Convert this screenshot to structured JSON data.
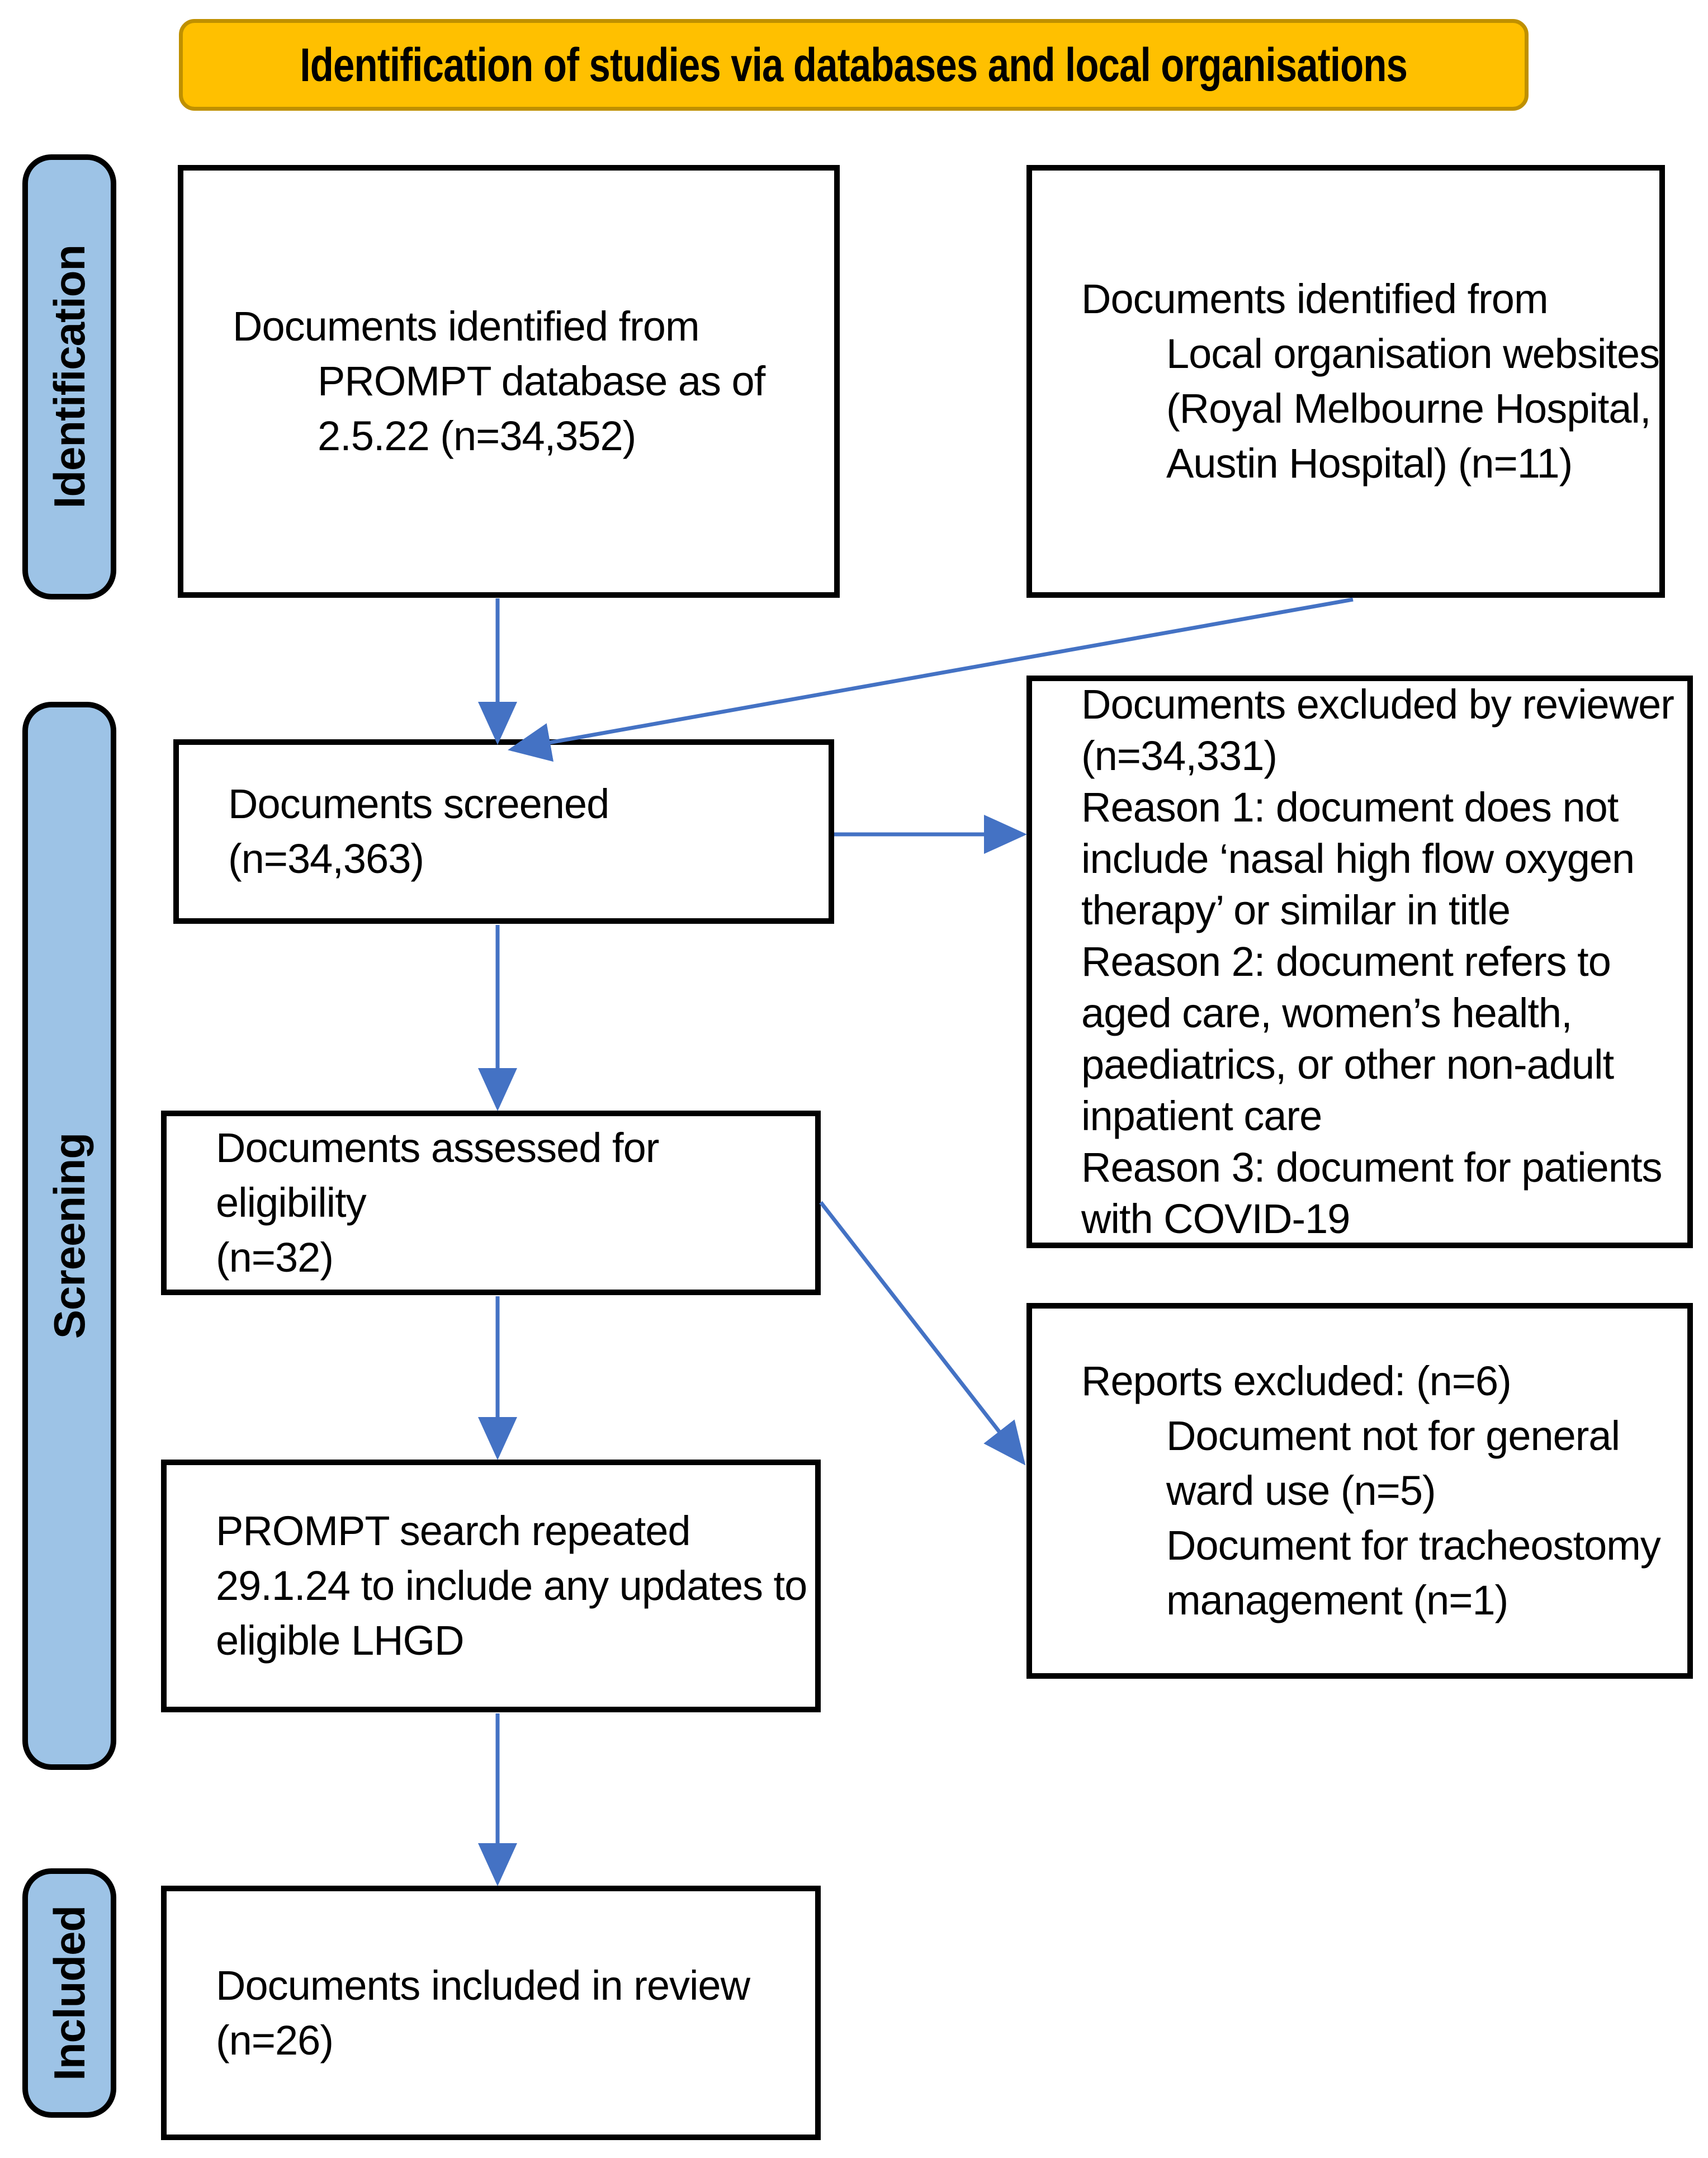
{
  "banner": {
    "title": "Identification of studies via databases and local organisations"
  },
  "stages": {
    "identification": "Identification",
    "screening": "Screening",
    "included": "Included"
  },
  "boxes": {
    "identified_prompt": {
      "lines": [
        {
          "t": "Documents identified from",
          "ind": false
        },
        {
          "t": "PROMPT database as of",
          "ind": true
        },
        {
          "t": "2.5.22 (n=34,352)",
          "ind": true
        }
      ]
    },
    "identified_local": {
      "lines": [
        {
          "t": "Documents identified from",
          "ind": false
        },
        {
          "t": "Local organisation websites",
          "ind": true
        },
        {
          "t": "(Royal Melbourne Hospital,",
          "ind": true
        },
        {
          "t": "Austin Hospital) (n=11)",
          "ind": true
        }
      ]
    },
    "screened": {
      "lines": [
        {
          "t": "Documents screened",
          "ind": false
        },
        {
          "t": "(n=34,363)",
          "ind": false
        }
      ]
    },
    "excluded_reviewer": {
      "lines": [
        {
          "t": "Documents excluded by reviewer",
          "ind": false
        },
        {
          "t": "(n=34,331)",
          "ind": false
        },
        {
          "t": "Reason 1: document does not",
          "ind": false
        },
        {
          "t": "include ‘nasal high flow oxygen",
          "ind": false
        },
        {
          "t": "therapy’ or similar in title",
          "ind": false
        },
        {
          "t": "Reason 2: document refers to",
          "ind": false
        },
        {
          "t": "aged care, women’s health,",
          "ind": false
        },
        {
          "t": "paediatrics, or other non-adult",
          "ind": false
        },
        {
          "t": "inpatient care",
          "ind": false
        },
        {
          "t": "Reason 3: document for patients",
          "ind": false
        },
        {
          "t": "with COVID-19",
          "ind": false
        }
      ]
    },
    "assessed": {
      "lines": [
        {
          "t": "Documents assessed for",
          "ind": false
        },
        {
          "t": "eligibility",
          "ind": false
        },
        {
          "t": "(n=32)",
          "ind": false
        }
      ]
    },
    "reports_excluded": {
      "lines": [
        {
          "t": "Reports excluded: (n=6)",
          "ind": false
        },
        {
          "t": "Document not for general",
          "ind": true
        },
        {
          "t": "ward use (n=5)",
          "ind": true
        },
        {
          "t": "Document for tracheostomy",
          "ind": true
        },
        {
          "t": "management (n=1)",
          "ind": true
        }
      ]
    },
    "search_repeated": {
      "lines": [
        {
          "t": "PROMPT search repeated",
          "ind": false
        },
        {
          "t": "29.1.24 to include any updates to",
          "ind": false
        },
        {
          "t": "eligible LHGD",
          "ind": false
        }
      ]
    },
    "included_review": {
      "lines": [
        {
          "t": "Documents included in review",
          "ind": false
        },
        {
          "t": "(n=26)",
          "ind": false
        }
      ]
    }
  },
  "colors": {
    "banner_fill": "#FFC000",
    "banner_border": "#BF9000",
    "stage_fill": "#9DC3E6",
    "arrow_blue": "#4472C4",
    "box_border": "#000000"
  }
}
